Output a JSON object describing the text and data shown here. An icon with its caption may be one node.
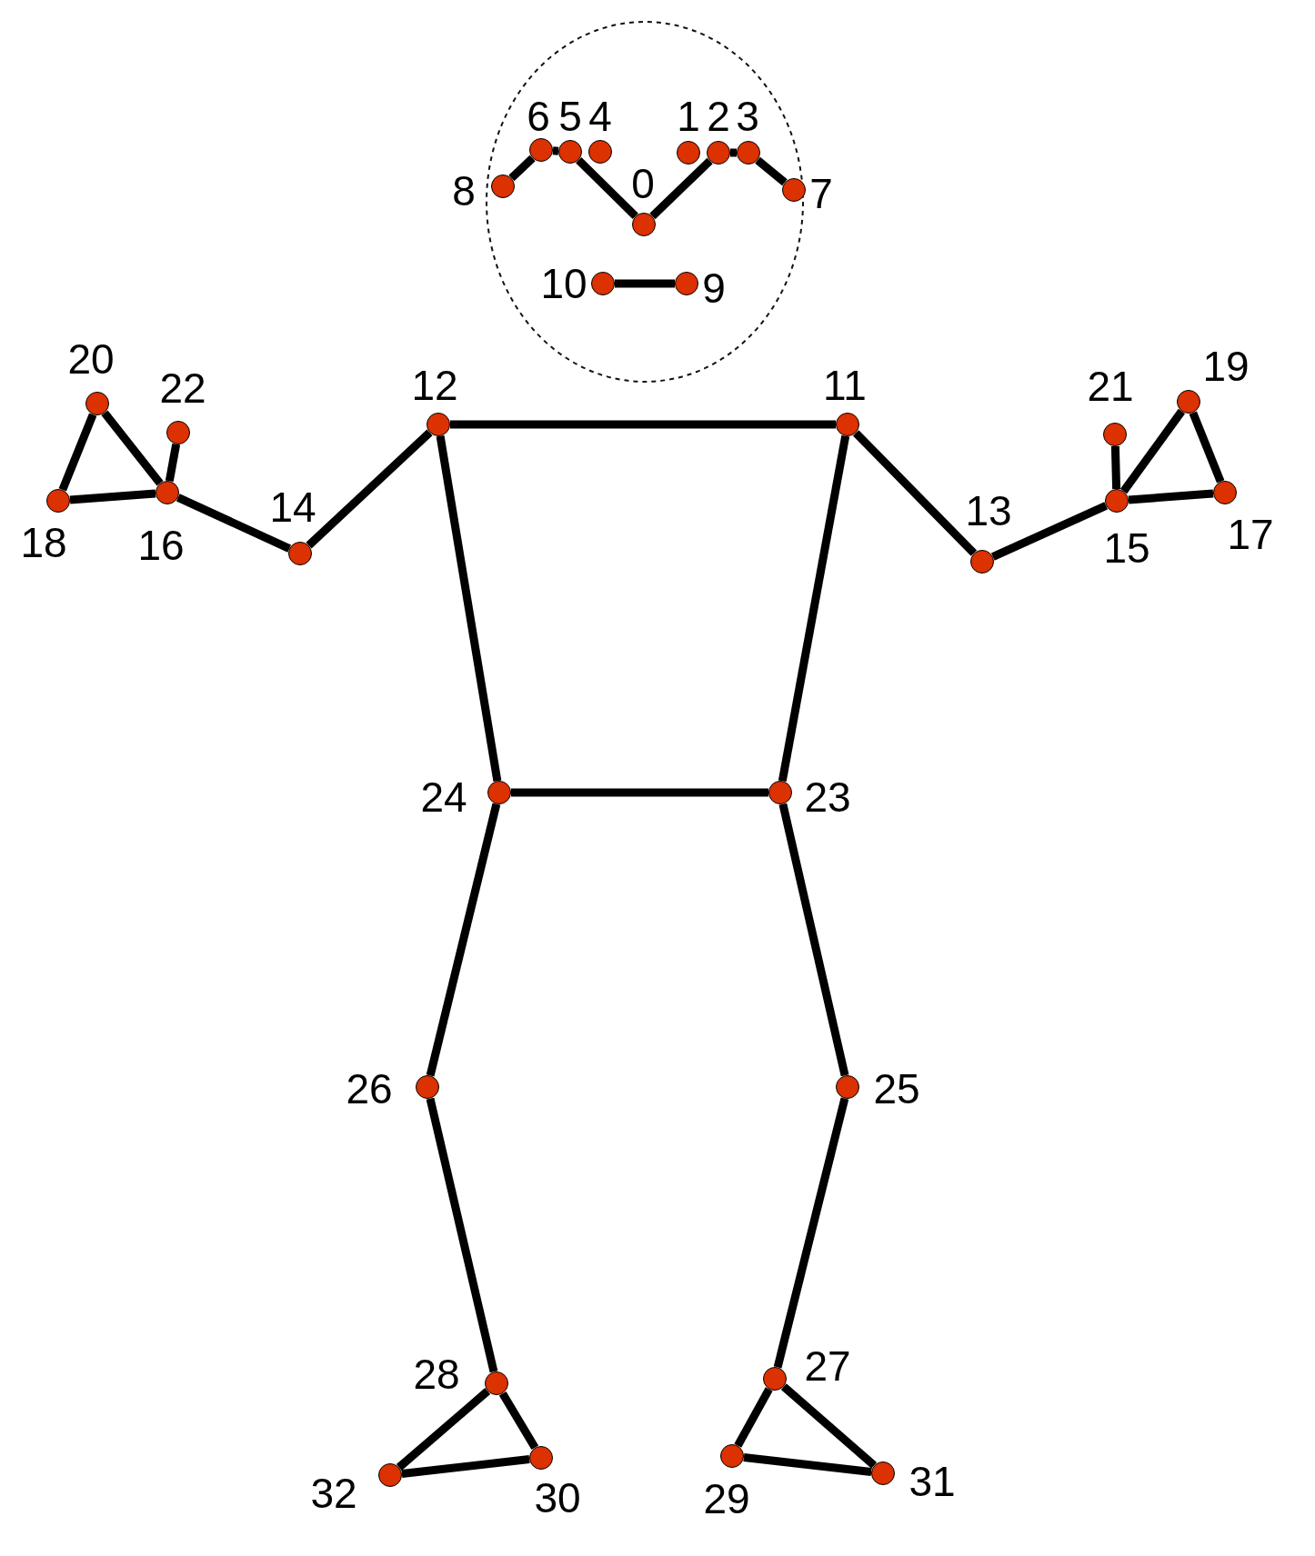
{
  "diagram": {
    "nodes": [
      {
        "text": [],
        "shape": "circle",
        "beside": [
          "0"
        ]
      },
      {
        "text": [],
        "shape": "circle",
        "beside": [
          "1"
        ]
      },
      {
        "text": [],
        "shape": "circle",
        "beside": [
          "2"
        ]
      },
      {
        "text": [],
        "shape": "circle",
        "beside": [
          "3"
        ]
      },
      {
        "text": [],
        "shape": "circle",
        "beside": [
          "4"
        ]
      },
      {
        "text": [],
        "shape": "circle",
        "beside": [
          "5"
        ]
      },
      {
        "text": [],
        "shape": "circle",
        "beside": [
          "6"
        ]
      },
      {
        "text": [],
        "shape": "circle",
        "beside": [
          "7"
        ]
      },
      {
        "text": [],
        "shape": "circle",
        "beside": [
          "8"
        ]
      },
      {
        "text": [],
        "shape": "circle",
        "beside": [
          "9"
        ]
      },
      {
        "text": [],
        "shape": "circle",
        "beside": [
          "10"
        ]
      },
      {
        "text": [],
        "shape": "circle",
        "beside": [
          "11"
        ]
      },
      {
        "text": [],
        "shape": "circle",
        "beside": [
          "12"
        ]
      },
      {
        "text": [],
        "shape": "circle",
        "beside": [
          "13"
        ]
      },
      {
        "text": [],
        "shape": "circle",
        "beside": [
          "14"
        ]
      },
      {
        "text": [],
        "shape": "circle",
        "beside": [
          "15"
        ]
      },
      {
        "text": [],
        "shape": "circle",
        "beside": [
          "16"
        ]
      },
      {
        "text": [],
        "shape": "circle",
        "beside": [
          "17"
        ]
      },
      {
        "text": [],
        "shape": "circle",
        "beside": [
          "18"
        ]
      },
      {
        "text": [],
        "shape": "circle",
        "beside": [
          "19"
        ]
      },
      {
        "text": [],
        "shape": "circle",
        "beside": [
          "20"
        ]
      },
      {
        "text": [],
        "shape": "circle",
        "beside": [
          "21"
        ]
      },
      {
        "text": [],
        "shape": "circle",
        "beside": [
          "22"
        ]
      },
      {
        "text": [],
        "shape": "circle",
        "beside": [
          "23"
        ]
      },
      {
        "text": [],
        "shape": "circle",
        "beside": [
          "24"
        ]
      },
      {
        "text": [],
        "shape": "circle",
        "beside": [
          "25"
        ]
      },
      {
        "text": [],
        "shape": "circle",
        "beside": [
          "26"
        ]
      },
      {
        "text": [],
        "shape": "circle",
        "beside": [
          "27"
        ]
      },
      {
        "text": [],
        "shape": "circle",
        "beside": [
          "28"
        ]
      },
      {
        "text": [],
        "shape": "circle",
        "beside": [
          "29"
        ]
      },
      {
        "text": [],
        "shape": "circle",
        "beside": [
          "30"
        ]
      },
      {
        "text": [],
        "shape": "circle",
        "beside": [
          "31"
        ]
      },
      {
        "text": [],
        "shape": "circle",
        "beside": [
          "32"
        ]
      }
    ],
    "edges": [
      {
        "from": 0,
        "to": 2,
        "arrow": "none"
      },
      {
        "from": 2,
        "to": 3,
        "arrow": "none"
      },
      {
        "from": 3,
        "to": 7,
        "arrow": "none"
      },
      {
        "from": 0,
        "to": 5,
        "arrow": "none"
      },
      {
        "from": 5,
        "to": 6,
        "arrow": "none"
      },
      {
        "from": 6,
        "to": 8,
        "arrow": "none"
      },
      {
        "from": 9,
        "to": 10,
        "arrow": "none"
      },
      {
        "from": 11,
        "to": 12,
        "arrow": "none"
      },
      {
        "from": 11,
        "to": 13,
        "arrow": "none"
      },
      {
        "from": 13,
        "to": 15,
        "arrow": "none"
      },
      {
        "from": 15,
        "to": 17,
        "arrow": "none"
      },
      {
        "from": 15,
        "to": 19,
        "arrow": "none"
      },
      {
        "from": 15,
        "to": 21,
        "arrow": "none"
      },
      {
        "from": 17,
        "to": 19,
        "arrow": "none"
      },
      {
        "from": 12,
        "to": 14,
        "arrow": "none"
      },
      {
        "from": 14,
        "to": 16,
        "arrow": "none"
      },
      {
        "from": 16,
        "to": 18,
        "arrow": "none"
      },
      {
        "from": 16,
        "to": 20,
        "arrow": "none"
      },
      {
        "from": 16,
        "to": 22,
        "arrow": "none"
      },
      {
        "from": 18,
        "to": 20,
        "arrow": "none"
      },
      {
        "from": 11,
        "to": 23,
        "arrow": "none"
      },
      {
        "from": 12,
        "to": 24,
        "arrow": "none"
      },
      {
        "from": 23,
        "to": 24,
        "arrow": "none"
      },
      {
        "from": 23,
        "to": 25,
        "arrow": "none"
      },
      {
        "from": 24,
        "to": 26,
        "arrow": "none"
      },
      {
        "from": 25,
        "to": 27,
        "arrow": "none"
      },
      {
        "from": 26,
        "to": 28,
        "arrow": "none"
      },
      {
        "from": 27,
        "to": 29,
        "arrow": "none"
      },
      {
        "from": 28,
        "to": 30,
        "arrow": "none"
      },
      {
        "from": 29,
        "to": 31,
        "arrow": "none"
      },
      {
        "from": 30,
        "to": 32,
        "arrow": "none"
      },
      {
        "from": 27,
        "to": 31,
        "arrow": "none"
      },
      {
        "from": 28,
        "to": 32,
        "arrow": "none"
      }
    ]
  }
}
